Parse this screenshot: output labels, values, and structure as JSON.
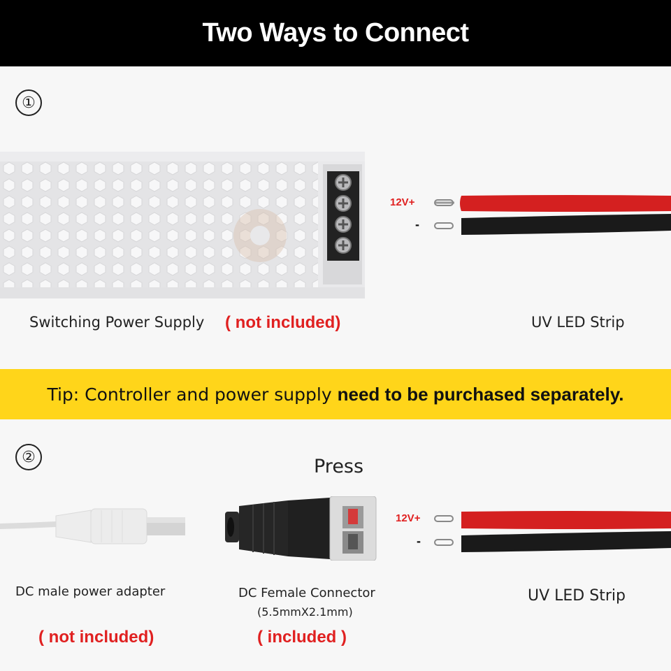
{
  "header": {
    "title": "Two Ways to Connect"
  },
  "section1": {
    "step": "①",
    "power_supply_label": "Switching Power Supply",
    "power_supply_note": "( not included)",
    "strip_label": "UV LED Strip",
    "wire_plus": "12V+",
    "wire_minus": "-"
  },
  "tip": {
    "prefix": "Tip: Controller and power supply",
    "emphasis": "need to be purchased separately."
  },
  "section2": {
    "step": "②",
    "press_label": "Press",
    "adapter_label": "DC male power adapter",
    "adapter_note": "( not included)",
    "connector_label": "DC Female Connector",
    "connector_size": "(5.5mmX2.1mm)",
    "connector_note": "( included )",
    "strip_label": "UV LED Strip",
    "wire_plus": "12V+",
    "wire_minus": "-"
  },
  "colors": {
    "accent_red": "#e02020",
    "tip_yellow": "#ffd51a",
    "wire_red": "#d42020",
    "wire_black": "#1a1a1a"
  }
}
